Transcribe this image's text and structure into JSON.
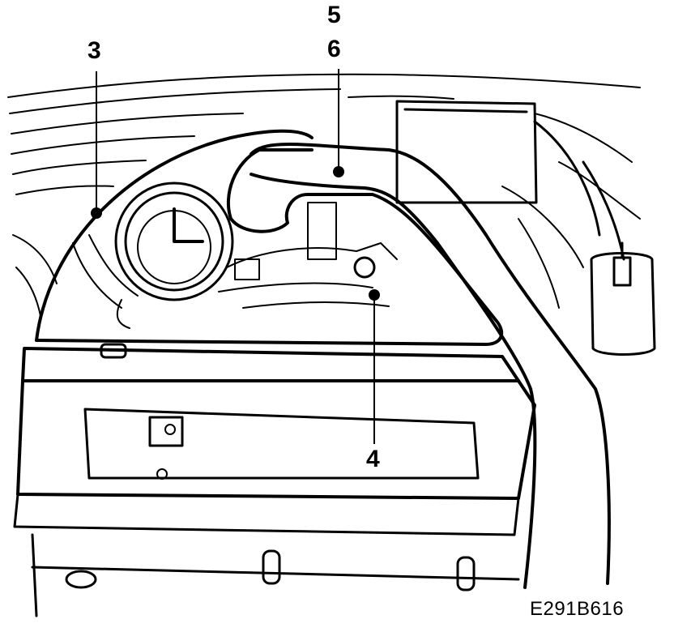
{
  "callouts": {
    "c3": "3",
    "c5": "5",
    "c6": "6",
    "c4": "4"
  },
  "figure_code": "E291B616",
  "colors": {
    "ink": "#000000",
    "paper": "#ffffff"
  }
}
